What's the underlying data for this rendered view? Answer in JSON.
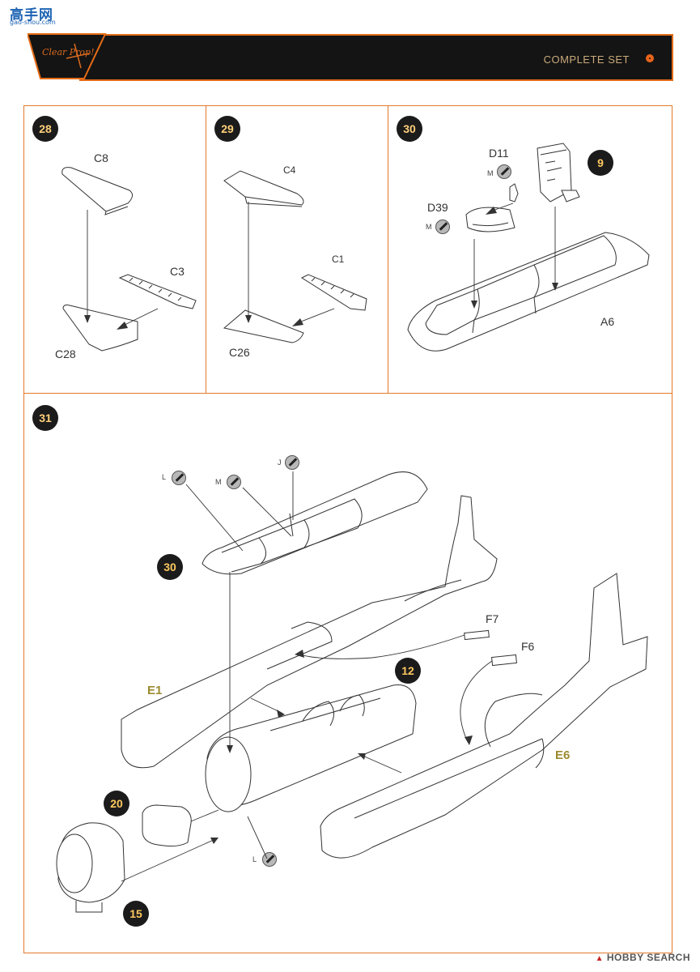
{
  "watermark_top": {
    "title": "高手网",
    "subtitle": "gao-shou.com"
  },
  "header": {
    "brand": "Clear Prop!",
    "title": "COMPLETE SET"
  },
  "steps": {
    "s28": {
      "number": "28",
      "parts": [
        "C8",
        "C3",
        "C28"
      ]
    },
    "s29": {
      "number": "29",
      "parts": [
        "C4",
        "C1",
        "C26"
      ]
    },
    "s30": {
      "number": "30",
      "parts": [
        "D11",
        "D39",
        "A6"
      ],
      "paint_code": "M",
      "ref_step": "9"
    },
    "s31": {
      "number": "31",
      "paint_codes": {
        "l1": "L",
        "m": "M",
        "j": "J",
        "l2": "L"
      },
      "ref_steps": {
        "a": "30",
        "b": "12",
        "c": "20",
        "d": "15"
      },
      "parts": {
        "f7": "F7",
        "f6": "F6",
        "e1": "E1",
        "e6": "E6"
      }
    }
  },
  "watermark_bottom": {
    "text": "HOBBY SEARCH"
  }
}
